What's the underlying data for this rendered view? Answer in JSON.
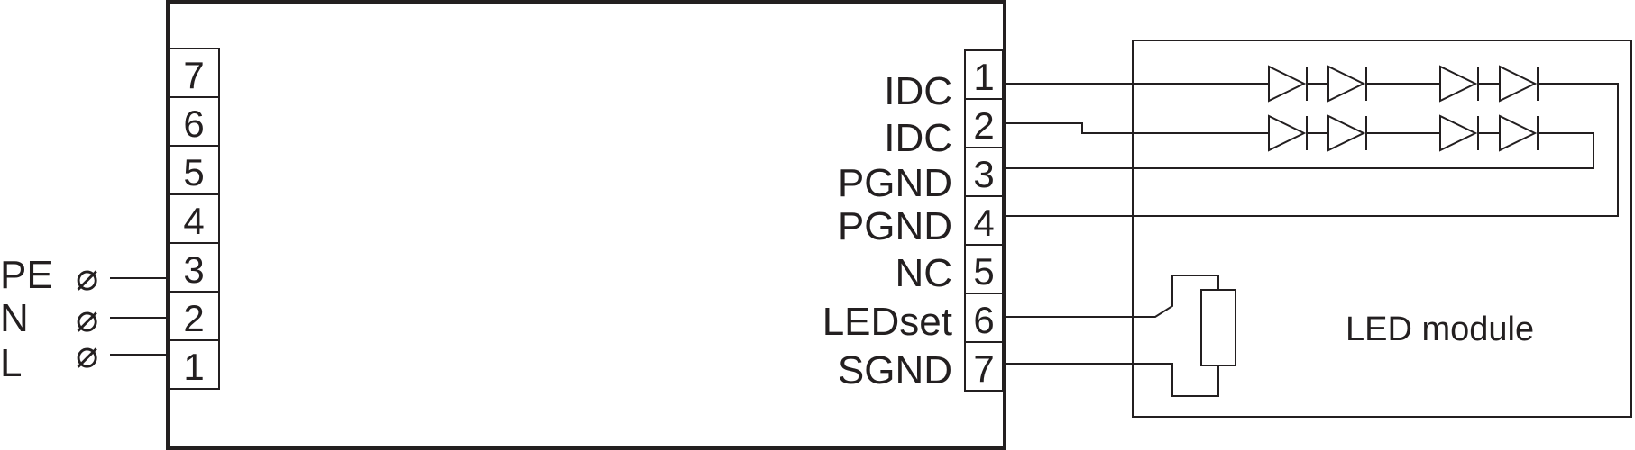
{
  "left_terminal": {
    "pins": [
      "7",
      "6",
      "5",
      "4",
      "3",
      "2",
      "1"
    ]
  },
  "supply": {
    "labels": [
      "PE",
      "N",
      "L"
    ],
    "symbol": "⌀"
  },
  "right_terminal": {
    "pins": [
      "1",
      "2",
      "3",
      "4",
      "5",
      "6",
      "7"
    ],
    "signals": [
      "IDC",
      "IDC",
      "PGND",
      "PGND",
      "NC",
      "LEDset",
      "SGND"
    ]
  },
  "led_module": {
    "label": "LED module"
  },
  "colors": {
    "line": "#231f20",
    "background": "#ffffff"
  }
}
